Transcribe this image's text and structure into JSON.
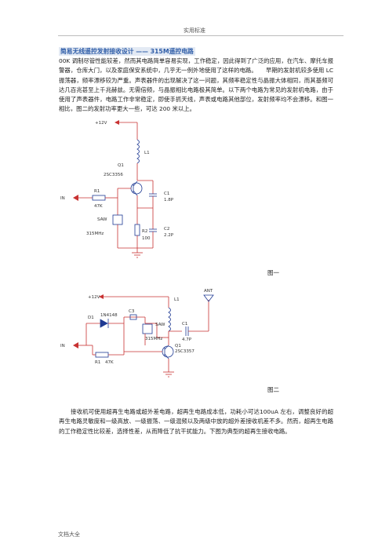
{
  "header": {
    "text": "实用标准"
  },
  "title": "简易无线遥控发射接收设计 —— 315M遥控电路",
  "paragraph1": "00K 调制尽管性能较差，然而其电路简单容易实现，工作稳定，因此得到了广泛的应用，在汽车、摩托车报警器，仓库大门，以及家庭保安系统中，几乎无一例外地使用了这样的电路。　　早期的发射机较多使用 LC 振荡器，频率漂移较为严重。声表器件的出现解决了这一问题，其频率稳定性与晶振大体相同，而其基频可达几百兆甚至上千兆赫兹。无需倍频，与晶振相比电路极其简单。以下两个电路为常见的发射机电路，由于使用了声表器件，电路工作非常稳定，即使手抓天线，声表或电路其他部位，发射频率均不会漂移。和图一相比，图二的发射功率更大一些，可达 200 米以上。",
  "paragraph2": "　　接收机可使用超再生电路或超外差电路，超再生电路成本低，功耗小可达100uA 左右，调整良好的超再生电路灵敏度和一级高放、一级振荡、一级混频以及两级中放的超外差接收机差不多。然而，超再生电路的工作稳定性比较差，选择性差，从而降低了抗干扰能力。下图为典型的超再生接收电路。",
  "figure1": {
    "label": "图一",
    "vcc": "+12V",
    "l1": "L1",
    "q1": "Q1",
    "q1_part": "2SC3356",
    "r1": "R1",
    "r1_val": "47K",
    "in": "IN",
    "c1": "C1",
    "c1_val": "1.8P",
    "c2": "C2",
    "c2_val": "2.2P",
    "saw": "SAW",
    "saw_freq": "315MHz",
    "r2": "R2",
    "r2_val": "100"
  },
  "figure2": {
    "label": "图二",
    "vcc": "+12V",
    "ant": "ANT",
    "l1": "L1",
    "d1": "D1",
    "d1_part": "1N4148",
    "c3": "C3",
    "saw": "SAW",
    "saw_freq": "315MHz",
    "c1": "C1",
    "c1_val": "4.7P",
    "q1": "Q1",
    "q1_part": "2SC3357",
    "r1": "R1",
    "r1_val": "47K",
    "in": "IN"
  },
  "footer": {
    "text": "文档大全"
  },
  "colors": {
    "title": "#2f5da8",
    "title_bg": "#e3eaf4",
    "wire": "#c83232",
    "component": "#1f3a93"
  }
}
